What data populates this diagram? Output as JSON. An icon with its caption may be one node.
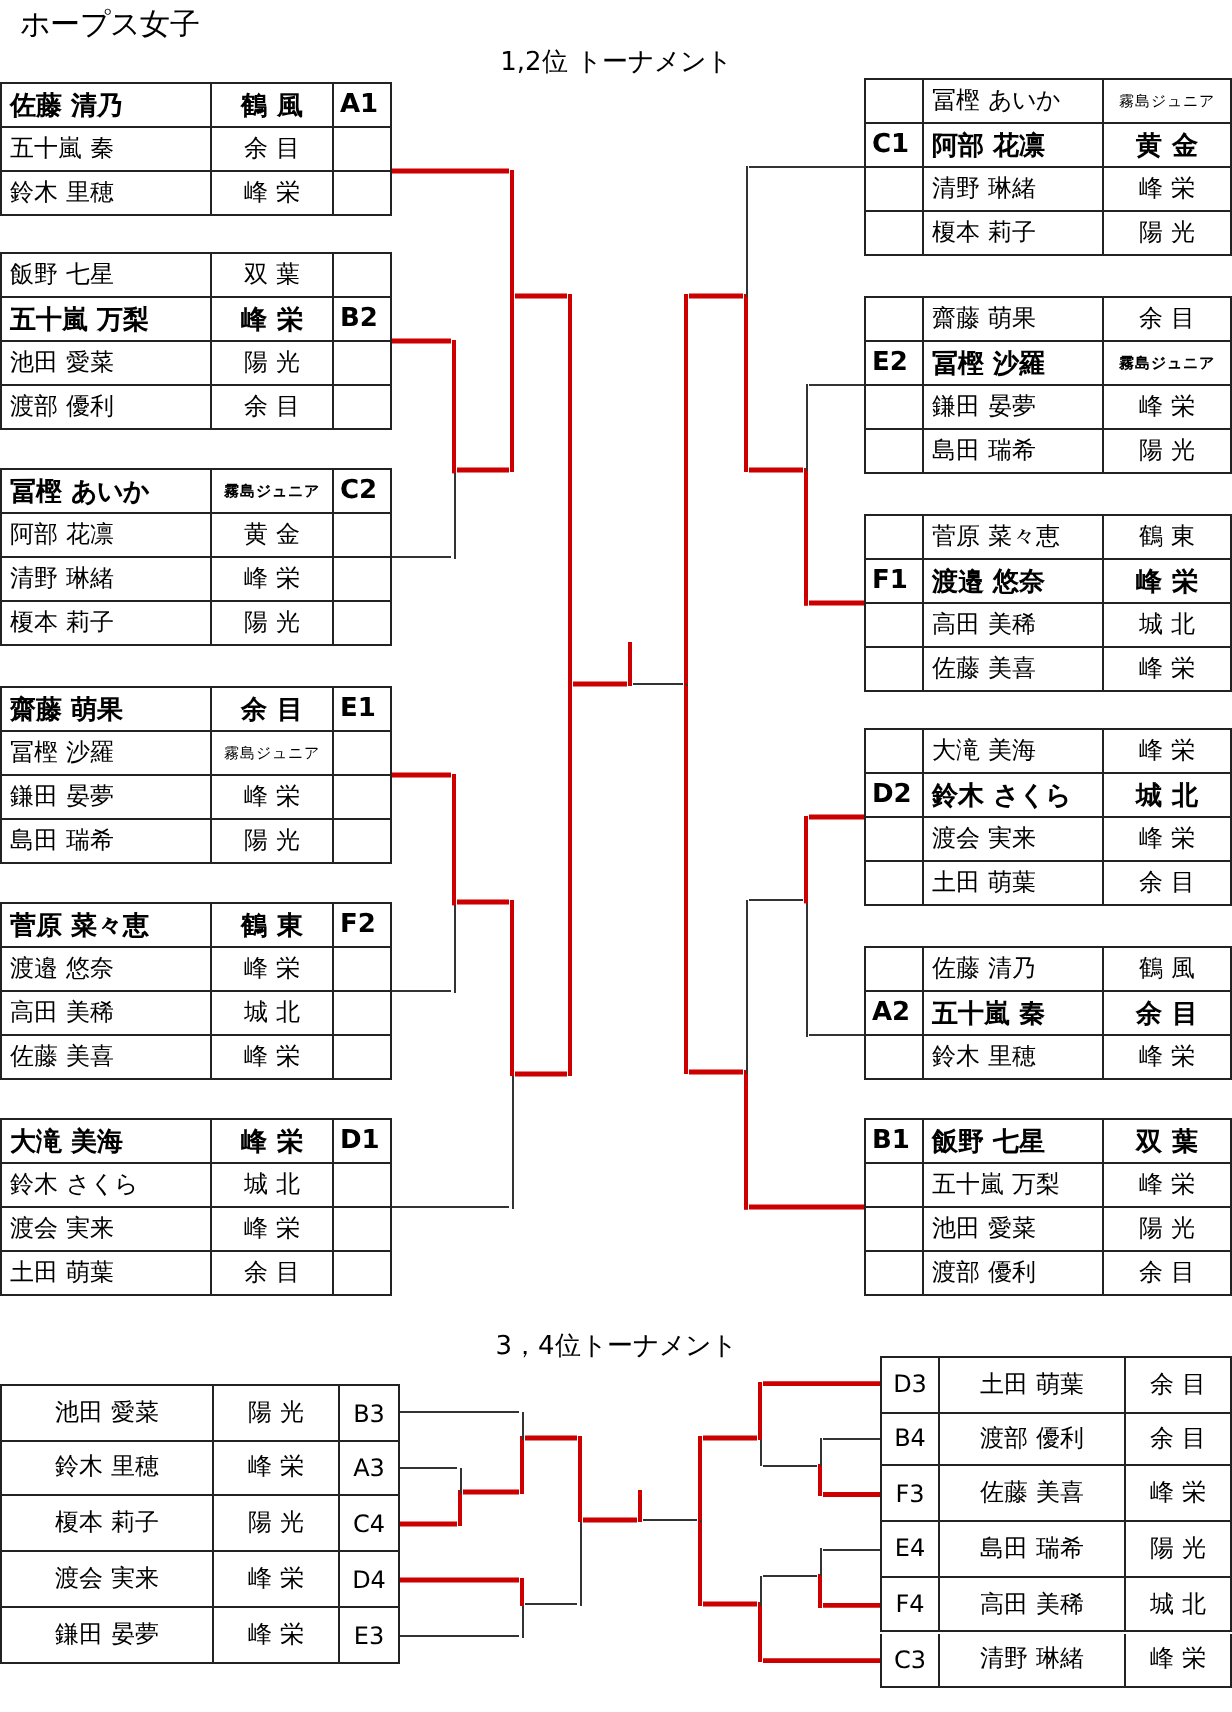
{
  "diagram": {
    "title": "ホープス女子",
    "nodes": [
      {
        "text": [
          "佐藤 清乃",
          "鶴 風",
          "A1",
          "五十嵐 秦",
          "余 目",
          "鈴木 里穂",
          "峰 栄"
        ]
      },
      {
        "text": [
          "飯野 七星",
          "双 葉",
          "五十嵐 万梨",
          "峰 栄",
          "B2",
          "池田 愛菜",
          "陽 光",
          "渡部 優利",
          "余 目"
        ]
      },
      {
        "text": [
          "冨樫 あいか",
          "霧島ジュニア",
          "C2",
          "阿部 花凛",
          "黄 金",
          "清野 琳緒",
          "峰 栄",
          "榎本 莉子",
          "陽 光"
        ]
      },
      {
        "text": [
          "齋藤 萌果",
          "余 目",
          "E1",
          "冨樫 沙羅",
          "霧島ジュニア",
          "鎌田 晏夢",
          "峰 栄",
          "島田 瑞希",
          "陽 光"
        ]
      },
      {
        "text": [
          "菅原 菜々恵",
          "鶴 東",
          "F2",
          "渡邉 悠奈",
          "峰 栄",
          "高田 美稀",
          "城 北",
          "佐藤 美喜",
          "峰 栄"
        ]
      },
      {
        "text": [
          "大滝 美海",
          "峰 栄",
          "D1",
          "鈴木 さくら",
          "城 北",
          "渡会 実来",
          "峰 栄",
          "土田 萌葉",
          "余 目"
        ]
      },
      {
        "text": [
          "冨樫 あいか",
          "霧島ジュニア",
          "C1",
          "阿部 花凛",
          "黄 金",
          "清野 琳緒",
          "峰 栄",
          "榎本 莉子",
          "陽 光"
        ]
      },
      {
        "text": [
          "齋藤 萌果",
          "余 目",
          "E2",
          "冨樫 沙羅",
          "霧島ジュニア",
          "鎌田 晏夢",
          "峰 栄",
          "島田 瑞希",
          "陽 光"
        ]
      },
      {
        "text": [
          "菅原 菜々恵",
          "鶴 東",
          "F1",
          "渡邉 悠奈",
          "峰 栄",
          "高田 美稀",
          "城 北",
          "佐藤 美喜",
          "峰 栄"
        ]
      },
      {
        "text": [
          "大滝 美海",
          "峰 栄",
          "D2",
          "鈴木 さくら",
          "城 北",
          "渡会 実来",
          "峰 栄",
          "土田 萌葉",
          "余 目"
        ]
      },
      {
        "text": [
          "佐藤 清乃",
          "鶴 風",
          "A2",
          "五十嵐 秦",
          "余 目",
          "鈴木 里穂",
          "峰 栄"
        ]
      },
      {
        "text": [
          "B1",
          "飯野 七星",
          "双 葉",
          "五十嵐 万梨",
          "峰 栄",
          "池田 愛菜",
          "陽 光",
          "渡部 優利",
          "余 目"
        ]
      },
      {
        "text": [
          "池田 愛菜",
          "陽 光",
          "B3"
        ]
      },
      {
        "text": [
          "鈴木 里穂",
          "峰 栄",
          "A3"
        ]
      },
      {
        "text": [
          "榎本 莉子",
          "陽 光",
          "C4"
        ]
      },
      {
        "text": [
          "渡会 実来",
          "峰 栄",
          "D4"
        ]
      },
      {
        "text": [
          "鎌田 晏夢",
          "峰 栄",
          "E3"
        ]
      },
      {
        "text": [
          "D3",
          "土田 萌葉",
          "余 目"
        ]
      },
      {
        "text": [
          "B4",
          "渡部 優利",
          "余 目"
        ]
      },
      {
        "text": [
          "F3",
          "佐藤 美喜",
          "峰 栄"
        ]
      },
      {
        "text": [
          "E4",
          "島田 瑞希",
          "陽 光"
        ]
      },
      {
        "text": [
          "F4",
          "高田 美稀",
          "城 北"
        ]
      },
      {
        "text": [
          "C3",
          "清野 琳緒",
          "峰 栄"
        ]
      },
      {
        "text": [],
        "shape": "bar"
      },
      {
        "text": [],
        "shape": "bar"
      },
      {
        "text": [],
        "shape": "bar"
      },
      {
        "text": [],
        "shape": "bar"
      },
      {
        "text": [],
        "shape": "bar"
      },
      {
        "text": [],
        "shape": "bar"
      },
      {
        "text": [],
        "shape": "bar"
      },
      {
        "text": [],
        "shape": "bar"
      },
      {
        "text": [],
        "shape": "bar"
      },
      {
        "text": [],
        "shape": "bar"
      },
      {
        "text": [],
        "shape": "bar"
      },
      {
        "text": [],
        "shape": "bar"
      },
      {
        "text": [],
        "shape": "bar"
      },
      {
        "text": [],
        "shape": "bar"
      },
      {
        "text": [],
        "shape": "bar"
      },
      {
        "text": [],
        "shape": "bar"
      },
      {
        "text": [],
        "shape": "bar"
      },
      {
        "text": [],
        "shape": "bar"
      },
      {
        "text": [],
        "shape": "bar"
      },
      {
        "text": [],
        "shape": "bar"
      },
      {
        "text": [],
        "shape": "bar"
      }
    ],
    "edges": [
      {
        "from": 1,
        "to": 23,
        "arrow": "none"
      },
      {
        "from": 2,
        "to": 23,
        "arrow": "none",
        "color": "#333333"
      },
      {
        "from": 0,
        "to": 25,
        "arrow": "none"
      },
      {
        "from": 23,
        "to": 25,
        "arrow": "none"
      },
      {
        "from": 3,
        "to": 24,
        "arrow": "none"
      },
      {
        "from": 4,
        "to": 24,
        "arrow": "none",
        "color": "#333333"
      },
      {
        "from": 24,
        "to": 26,
        "arrow": "none"
      },
      {
        "from": 5,
        "to": 26,
        "arrow": "none",
        "color": "#333333"
      },
      {
        "from": 25,
        "to": 27,
        "arrow": "none"
      },
      {
        "from": 26,
        "to": 27,
        "arrow": "none"
      },
      {
        "from": 27,
        "to": 28,
        "arrow": "none"
      },
      {
        "from": 28,
        "to": 29,
        "arrow": "none",
        "color": "#333333"
      },
      {
        "from": 7,
        "to": 32,
        "arrow": "none",
        "color": "#333333"
      },
      {
        "from": 8,
        "to": 32,
        "arrow": "none"
      },
      {
        "from": 6,
        "to": 30,
        "arrow": "none",
        "color": "#333333"
      },
      {
        "from": 32,
        "to": 30,
        "arrow": "none"
      },
      {
        "from": 30,
        "to": 29,
        "arrow": "none"
      },
      {
        "from": 9,
        "to": 33,
        "arrow": "none"
      },
      {
        "from": 10,
        "to": 33,
        "arrow": "none",
        "color": "#333333"
      },
      {
        "from": 33,
        "to": 31,
        "arrow": "none",
        "color": "#333333"
      },
      {
        "from": 11,
        "to": 31,
        "arrow": "none"
      },
      {
        "from": 31,
        "to": 29,
        "arrow": "none"
      },
      {
        "from": 13,
        "to": 34,
        "arrow": "none",
        "color": "#333333"
      },
      {
        "from": 14,
        "to": 34,
        "arrow": "none"
      },
      {
        "from": 12,
        "to": 35,
        "arrow": "none",
        "color": "#333333"
      },
      {
        "from": 34,
        "to": 35,
        "arrow": "none"
      },
      {
        "from": 15,
        "to": 36,
        "arrow": "none"
      },
      {
        "from": 16,
        "to": 36,
        "arrow": "none",
        "color": "#333333"
      },
      {
        "from": 35,
        "to": 37,
        "arrow": "none"
      },
      {
        "from": 36,
        "to": 37,
        "arrow": "none",
        "color": "#333333"
      },
      {
        "from": 37,
        "to": 38,
        "arrow": "none"
      },
      {
        "from": 38,
        "to": 39,
        "arrow": "none",
        "color": "#333333"
      },
      {
        "from": 18,
        "to": 42,
        "arrow": "none",
        "color": "#333333"
      },
      {
        "from": 19,
        "to": 42,
        "arrow": "none"
      },
      {
        "from": 17,
        "to": 40,
        "arrow": "none"
      },
      {
        "from": 42,
        "to": 40,
        "arrow": "none",
        "color": "#333333"
      },
      {
        "from": 20,
        "to": 43,
        "arrow": "none",
        "color": "#333333"
      },
      {
        "from": 21,
        "to": 43,
        "arrow": "none"
      },
      {
        "from": 43,
        "to": 41,
        "arrow": "none",
        "color": "#333333"
      },
      {
        "from": 22,
        "to": 41,
        "arrow": "none"
      },
      {
        "from": 40,
        "to": 39,
        "arrow": "none"
      },
      {
        "from": 41,
        "to": 39,
        "arrow": "none"
      }
    ],
    "labels": [
      "1,2位 トーナメント",
      "3，4位トーナメント"
    ]
  }
}
